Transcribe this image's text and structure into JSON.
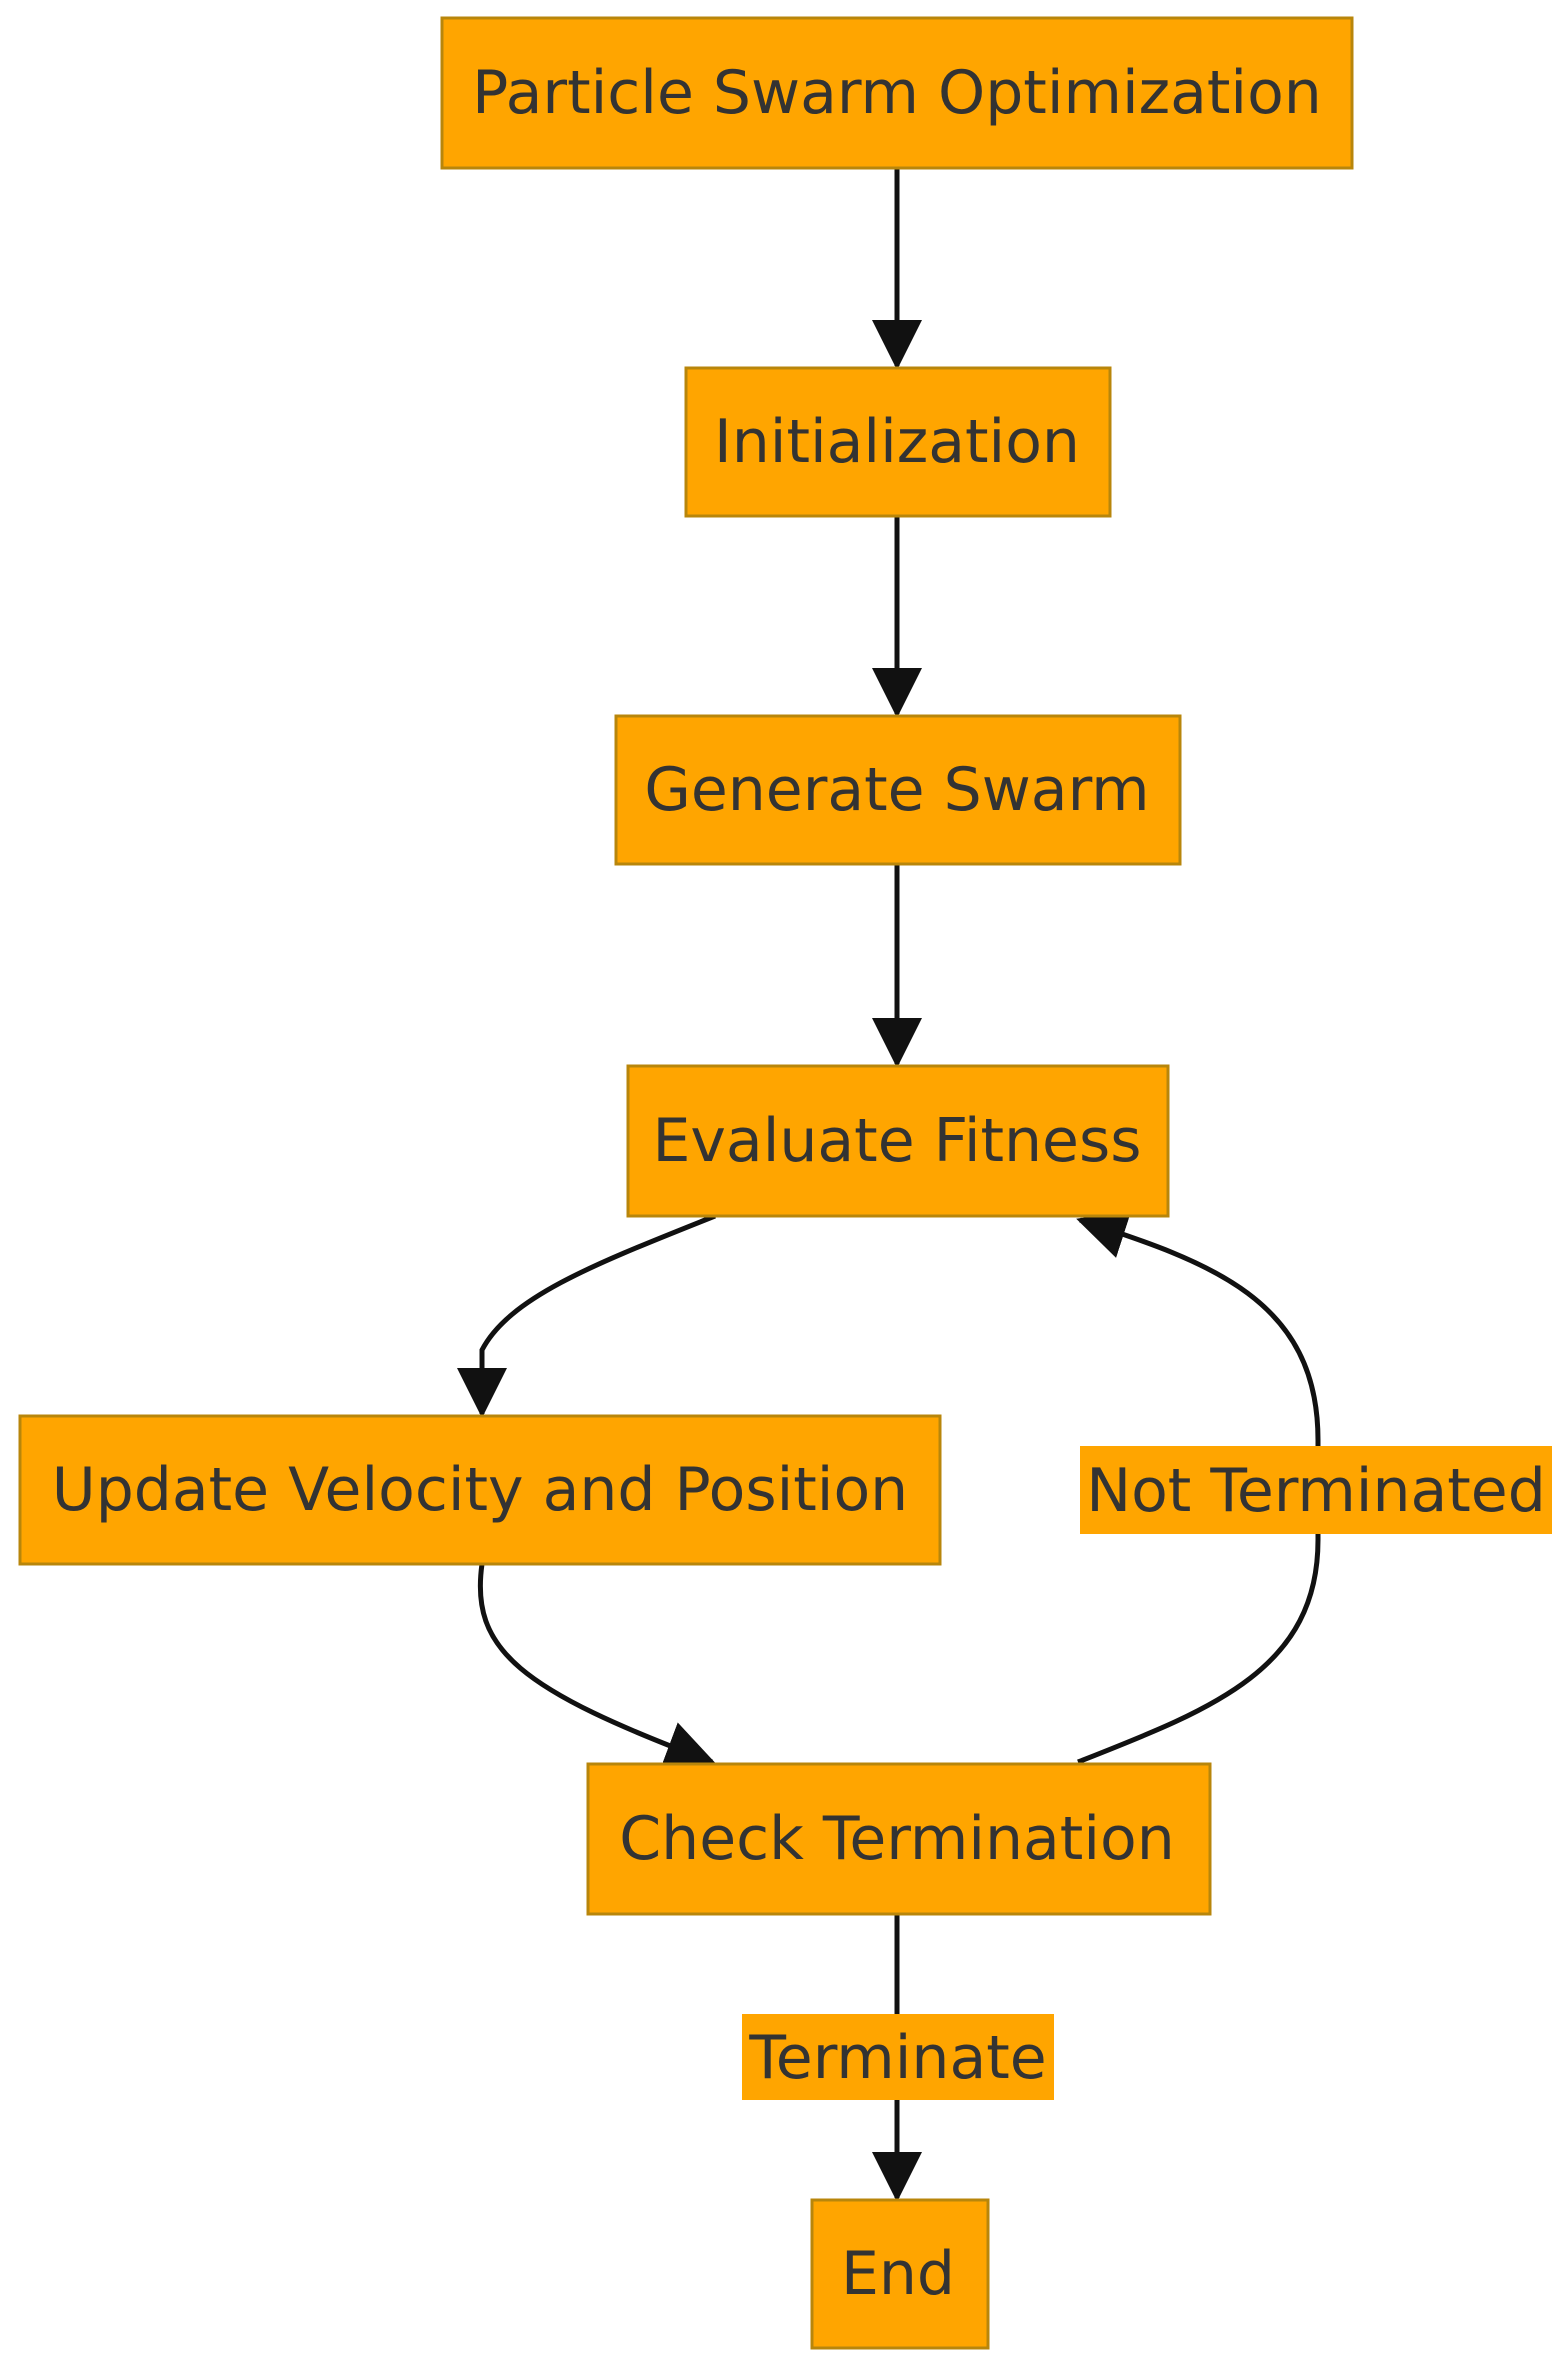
{
  "diagram": {
    "nodes": [
      {
        "id": "pso",
        "label": "Particle Swarm Optimization"
      },
      {
        "id": "init",
        "label": "Initialization"
      },
      {
        "id": "gen",
        "label": "Generate Swarm"
      },
      {
        "id": "eval",
        "label": "Evaluate Fitness"
      },
      {
        "id": "update",
        "label": "Update Velocity and Position"
      },
      {
        "id": "check",
        "label": "Check Termination"
      },
      {
        "id": "end",
        "label": "End"
      }
    ],
    "edges": [
      {
        "from": "pso",
        "to": "init",
        "label": ""
      },
      {
        "from": "init",
        "to": "gen",
        "label": ""
      },
      {
        "from": "gen",
        "to": "eval",
        "label": ""
      },
      {
        "from": "eval",
        "to": "update",
        "label": ""
      },
      {
        "from": "update",
        "to": "check",
        "label": ""
      },
      {
        "from": "check",
        "to": "eval",
        "label": "Not Terminated"
      },
      {
        "from": "check",
        "to": "end",
        "label": "Terminate"
      }
    ],
    "colors": {
      "node_fill": "#FFA500",
      "node_border": "#B8860B",
      "text": "#333333",
      "edge": "#111111"
    }
  }
}
